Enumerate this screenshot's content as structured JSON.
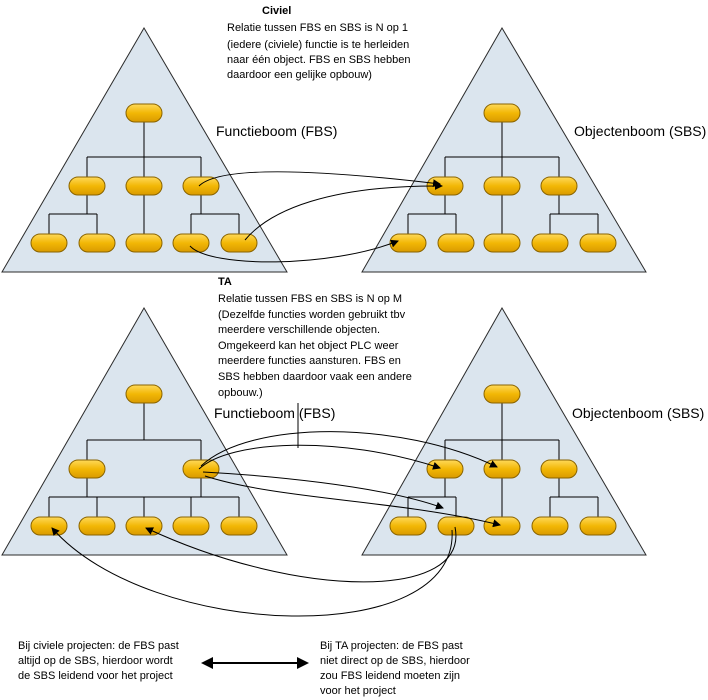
{
  "civiel": {
    "title": "Civiel",
    "lines": [
      "Relatie tussen FBS en SBS is N op 1",
      "(iedere (civiele) functie is te herleiden",
      "naar één object. FBS en SBS hebben",
      "daardoor een gelijke opbouw)"
    ],
    "left_tree_label": "Functieboom (FBS)",
    "right_tree_label": "Objectenboom (SBS)"
  },
  "ta": {
    "title": "TA",
    "lines": [
      "Relatie tussen FBS en SBS is N op M",
      "(Dezelfde functies worden gebruikt tbv",
      "meerdere verschillende objecten.",
      "Omgekeerd kan het object PLC weer",
      "meerdere functies aansturen. FBS en",
      "SBS hebben daardoor vaak een andere",
      "opbouw.)"
    ],
    "left_tree_label": "Functieboom (FBS)",
    "right_tree_label": "Objectenboom (SBS)"
  },
  "bottom": {
    "left_lines": [
      "Bij civiele projecten: de FBS past",
      "altijd op de SBS, hierdoor wordt",
      "de SBS leidend voor het project"
    ],
    "right_lines": [
      "Bij TA projecten: de FBS past",
      "niet direct op de SBS, hierdoor",
      "zou FBS leidend moeten zijn",
      "voor het project"
    ]
  },
  "colors": {
    "triangle_fill": "#dbe5ee",
    "triangle_stroke": "#2b2b2b",
    "node_fill": "#f2b705",
    "node_stroke": "#8a6400"
  }
}
